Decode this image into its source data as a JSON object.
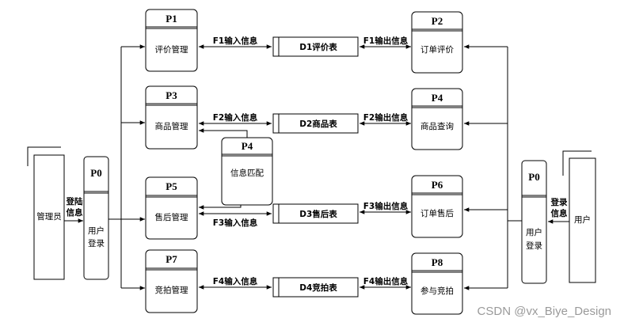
{
  "processes": {
    "p1": {
      "id": "P1",
      "label": "评价管理"
    },
    "p2": {
      "id": "P2",
      "label": "订单评价"
    },
    "p3": {
      "id": "P3",
      "label": "商品管理"
    },
    "p4": {
      "id": "P4",
      "label": "商品查询"
    },
    "p4m": {
      "id": "P4",
      "label": "信息匹配"
    },
    "p5": {
      "id": "P5",
      "label": "售后管理"
    },
    "p6": {
      "id": "P6",
      "label": "订单售后"
    },
    "p7": {
      "id": "P7",
      "label": "竞拍管理"
    },
    "p8": {
      "id": "P8",
      "label": "参与竞拍"
    },
    "p0_admin": {
      "id": "P0",
      "line1": "用户",
      "line2": "登录"
    },
    "p0_user": {
      "id": "P0",
      "line1": "用户",
      "line2": "登录"
    }
  },
  "stores": {
    "d1": "D1评价表",
    "d2": "D2商品表",
    "d3": "D3售后表",
    "d4": "D4竞拍表"
  },
  "flows": {
    "f1_in": "F1输入信息",
    "f1_out": "F1输出信息",
    "f2_in": "F2输入信息",
    "f2_out": "F2输出信息",
    "f3_in": "F3输入信息",
    "f3_out": "F3输出信息",
    "f4_in": "F4输入信息",
    "f4_out": "F4输出信息"
  },
  "entities": {
    "admin": "管理员",
    "user": "用户"
  },
  "login_flow": {
    "admin_line1": "登陆",
    "admin_line2": "信息",
    "user_line1": "登录",
    "user_line2": "信息"
  },
  "watermark": "CSDN @vx_Biye_Design"
}
